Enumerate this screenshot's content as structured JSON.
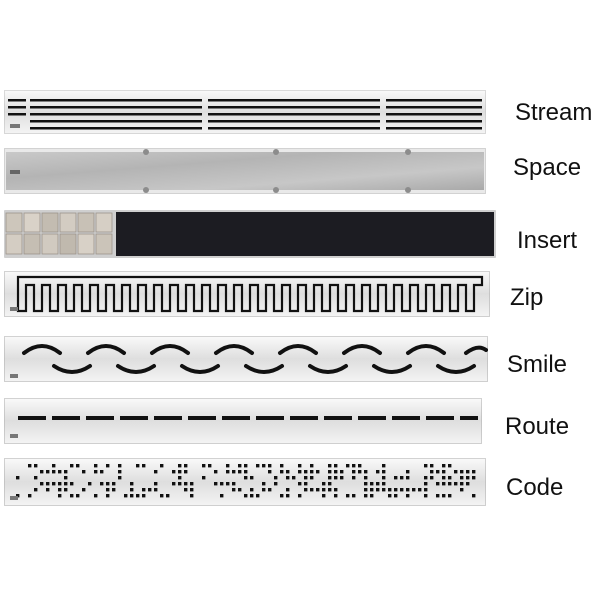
{
  "products": [
    {
      "name": "Stream"
    },
    {
      "name": "Space"
    },
    {
      "name": "Insert"
    },
    {
      "name": "Zip"
    },
    {
      "name": "Smile"
    },
    {
      "name": "Route"
    },
    {
      "name": "Code"
    }
  ],
  "colors": {
    "steel_light": "#f3f3f3",
    "steel_mid": "#d2d2d2",
    "steel_dark": "#9a9a9a",
    "slot": "#0c0c0c",
    "insert_dark": "#16161b",
    "tile": "#c9c2b8"
  }
}
